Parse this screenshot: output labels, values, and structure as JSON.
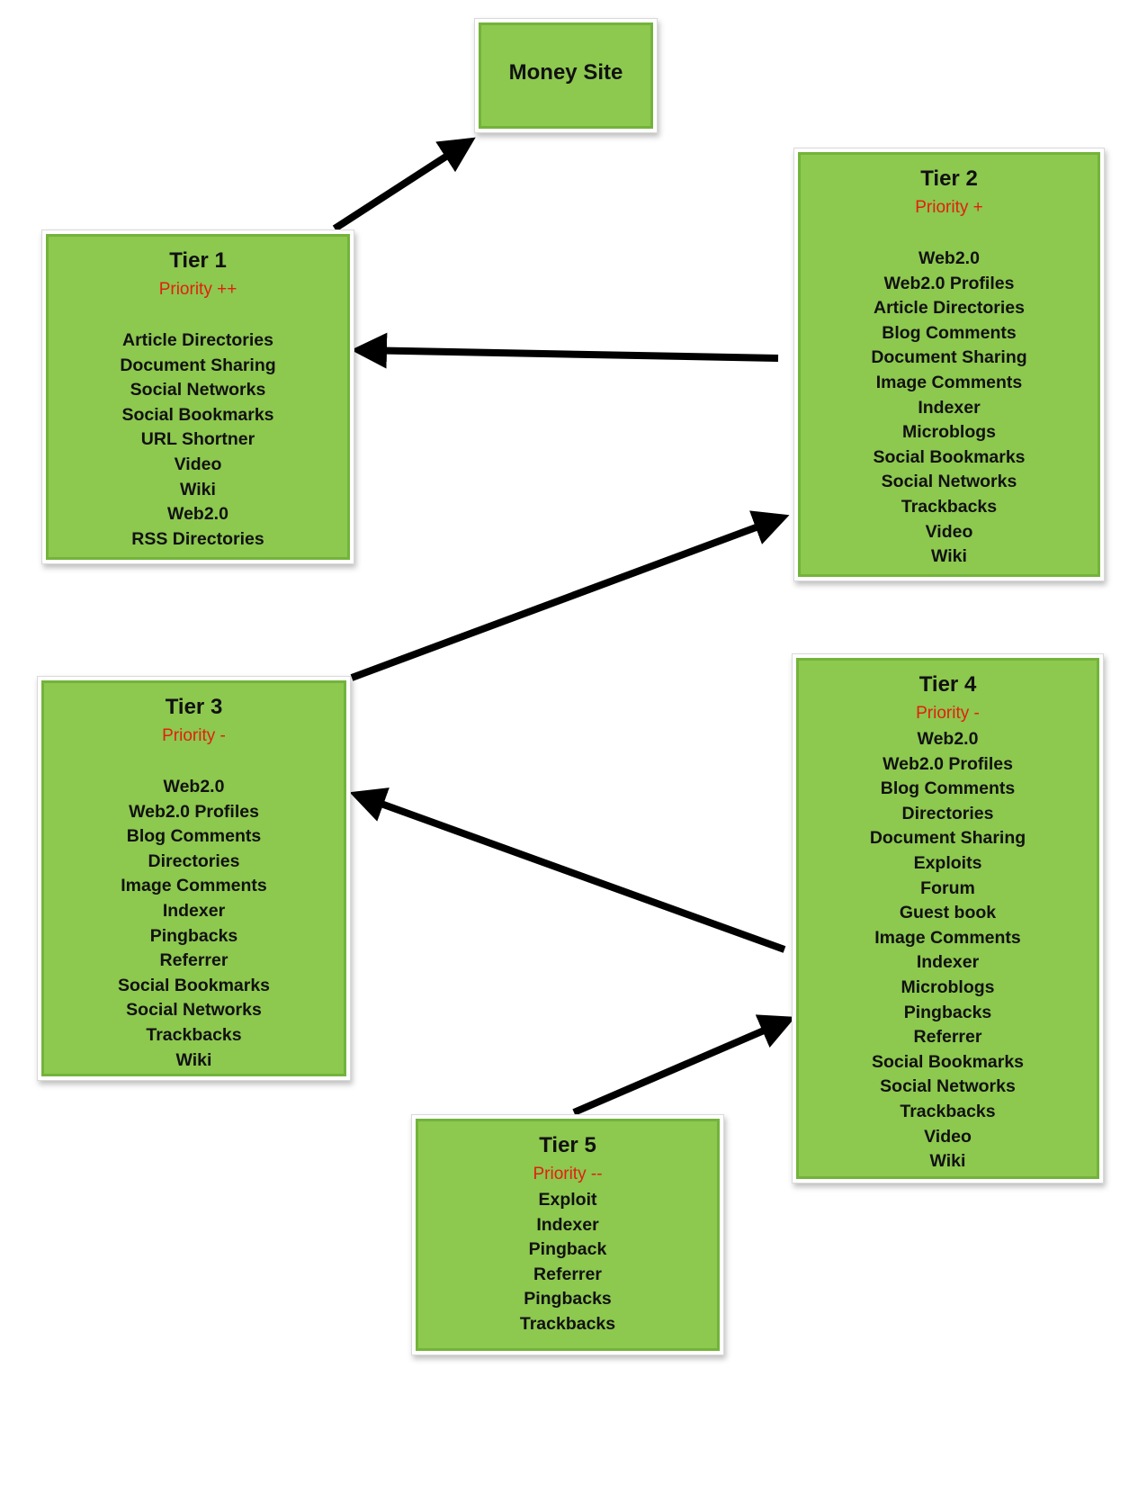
{
  "money_site": {
    "label": "Money Site"
  },
  "tiers": [
    {
      "title": "Tier 1",
      "priority": "Priority ++",
      "items": [
        "Article Directories",
        "Document Sharing",
        "Social Networks",
        "Social Bookmarks",
        "URL Shortner",
        "Video",
        "Wiki",
        "Web2.0",
        "RSS Directories"
      ]
    },
    {
      "title": "Tier 2",
      "priority": "Priority +",
      "items": [
        "Web2.0",
        "Web2.0 Profiles",
        "Article Directories",
        "Blog Comments",
        "Document Sharing",
        "Image Comments",
        "Indexer",
        "Microblogs",
        "Social Bookmarks",
        "Social Networks",
        "Trackbacks",
        "Video",
        "Wiki"
      ]
    },
    {
      "title": "Tier 3",
      "priority": "Priority -",
      "items": [
        "Web2.0",
        "Web2.0 Profiles",
        "Blog Comments",
        "Directories",
        "Image Comments",
        "Indexer",
        "Pingbacks",
        "Referrer",
        "Social Bookmarks",
        "Social Networks",
        "Trackbacks",
        "Wiki"
      ]
    },
    {
      "title": "Tier 4",
      "priority": "Priority -",
      "items": [
        "Web2.0",
        "Web2.0 Profiles",
        "Blog Comments",
        "Directories",
        "Document Sharing",
        "Exploits",
        "Forum",
        "Guest book",
        "Image Comments",
        "Indexer",
        "Microblogs",
        "Pingbacks",
        "Referrer",
        "Social Bookmarks",
        "Social Networks",
        "Trackbacks",
        "Video",
        "Wiki"
      ]
    },
    {
      "title": "Tier 5",
      "priority": "Priority --",
      "items": [
        "Exploit",
        "Indexer",
        "Pingback",
        "Referrer",
        "Pingbacks",
        "Trackbacks"
      ]
    }
  ],
  "colors": {
    "box_fill": "#8dc84f",
    "box_border": "#73b33b",
    "priority_text": "#e1200f",
    "arrow": "#000000"
  },
  "connections": [
    {
      "from": "Tier 1",
      "to": "Money Site"
    },
    {
      "from": "Tier 2",
      "to": "Tier 1"
    },
    {
      "from": "Tier 3",
      "to": "Tier 2"
    },
    {
      "from": "Tier 4",
      "to": "Tier 3"
    },
    {
      "from": "Tier 5",
      "to": "Tier 4"
    }
  ]
}
